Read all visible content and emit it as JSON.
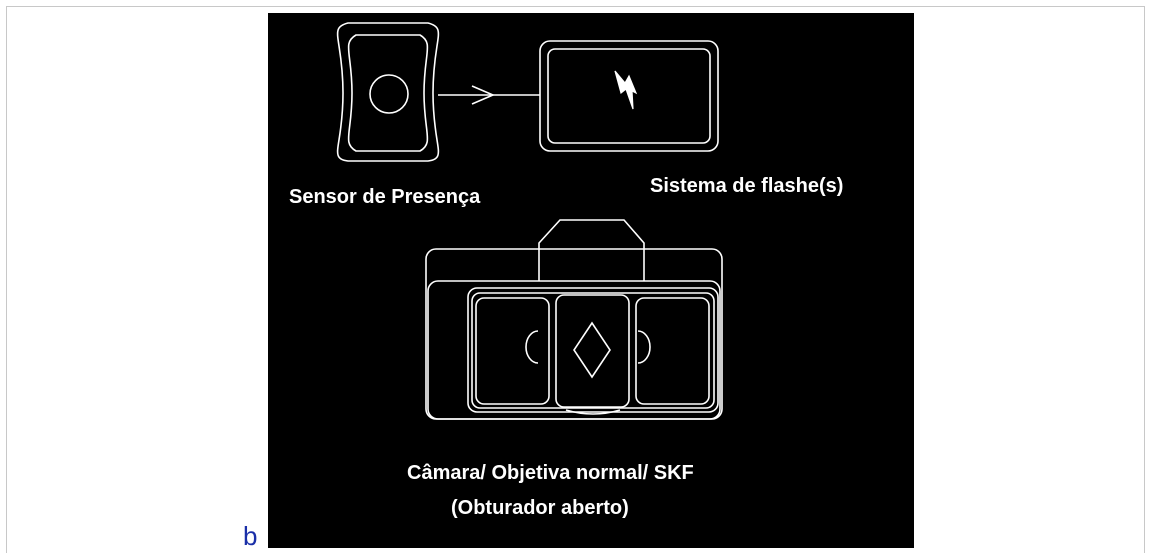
{
  "panel": {
    "label": "b"
  },
  "labels": {
    "sensor": "Sensor de Presença",
    "flash": "Sistema de flashe(s)",
    "camera_line1": "Câmara/ Objetiva normal/ SKF",
    "camera_line2": "(Obturador aberto)"
  },
  "colors": {
    "background": "#000000",
    "stroke": "#ffffff",
    "panel_label": "#1a2fa8"
  }
}
